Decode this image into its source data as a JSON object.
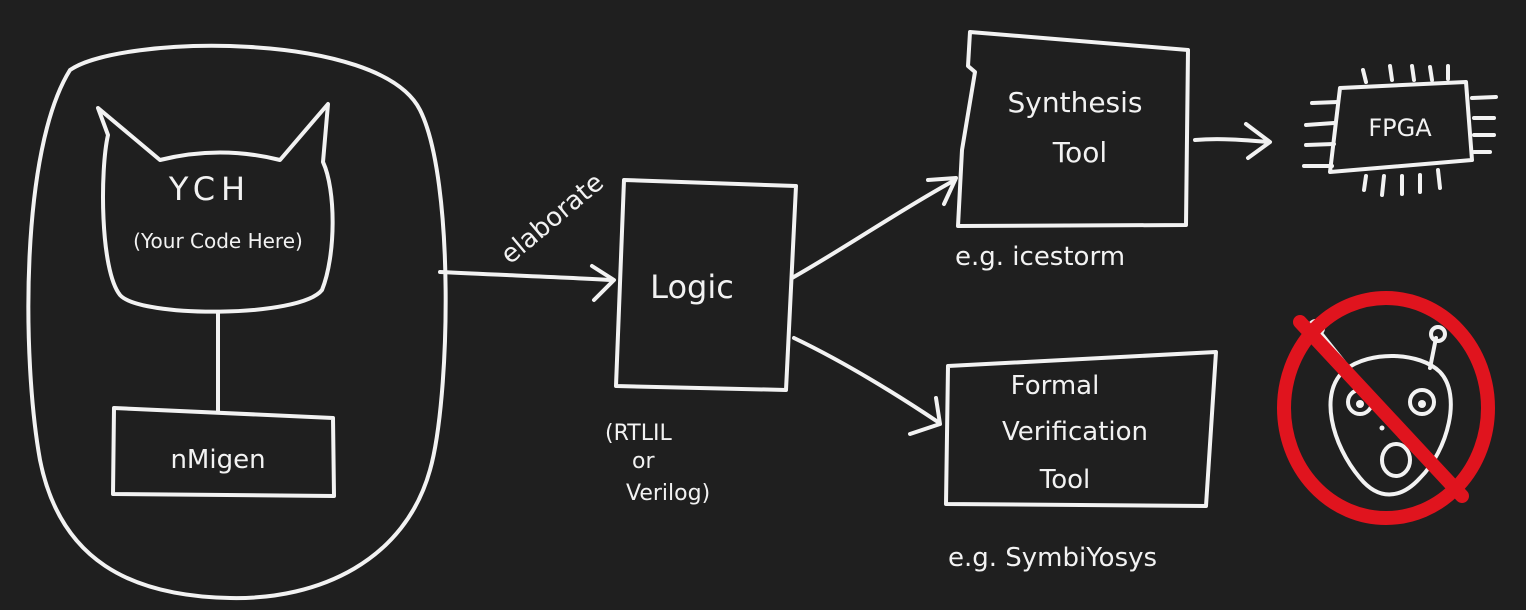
{
  "colors": {
    "background": "#1f1f1f",
    "stroke": "#f2f2f2",
    "prohibition": "#e0141e"
  },
  "icons": [
    "cat-head-icon",
    "fpga-chip-icon",
    "bug-face-icon",
    "prohibited-sign-icon"
  ],
  "nodes": {
    "ych_title": "YCH",
    "ych_subtitle": "(Your Code Here)",
    "nmigen": "nMigen",
    "logic": "Logic",
    "logic_format": [
      "(RTLIL",
      "or",
      "Verilog)"
    ],
    "synthesis": [
      "Synthesis",
      "Tool"
    ],
    "synthesis_example": "e.g. icestorm",
    "fpga": "FPGA",
    "formal": [
      "Formal",
      "Verification",
      "Tool"
    ],
    "formal_example": "e.g. SymbiYosys"
  },
  "edges": {
    "elaborate": "elaborate"
  }
}
